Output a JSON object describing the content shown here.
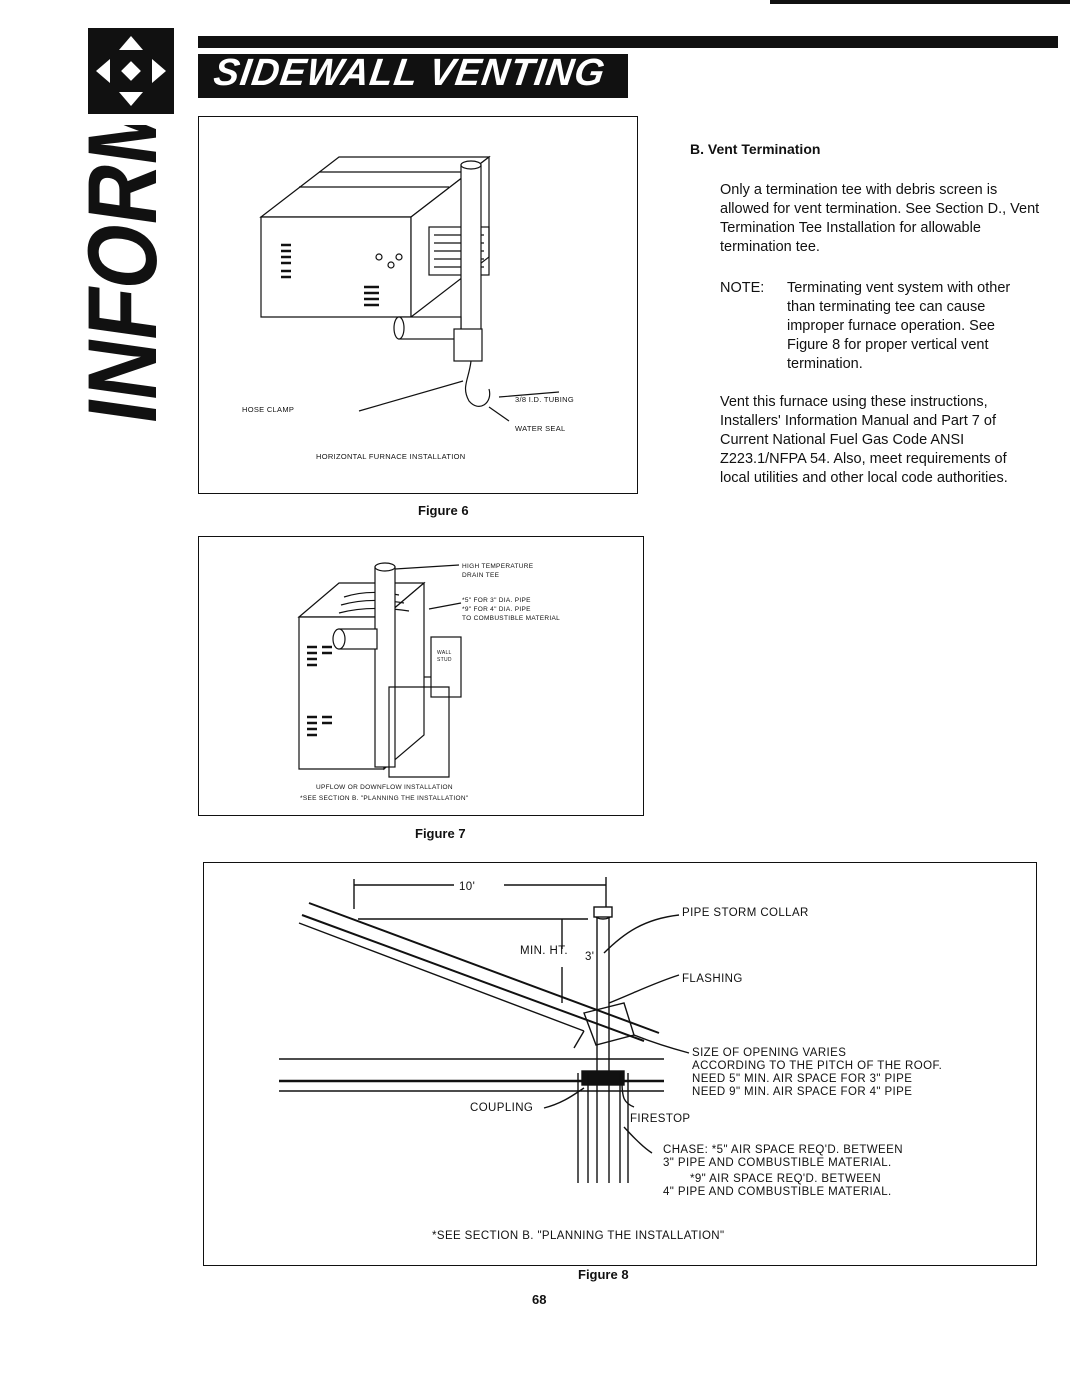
{
  "header": {
    "title": "SIDEWALL VENTING",
    "side_word": "INFORMATION"
  },
  "section": {
    "heading": "B.  Vent Termination",
    "para1": "Only a termination tee with debris screen is allowed for vent termination. See Section D., Vent Termination Tee Installation for allowable termination tee.",
    "note_label": "NOTE:",
    "note_text": "Terminating vent system with other than terminating tee can cause improper furnace operation. See Figure 8 for proper vertical vent termination.",
    "para2": "Vent this furnace using these instructions, Installers' Information Manual and Part 7 of Current National Fuel Gas Code ANSI Z223.1/NFPA 54. Also, meet requirements of local utilities and other local code authorities."
  },
  "figure6": {
    "caption": "Figure 6",
    "hose_clamp": "HOSE CLAMP",
    "tubing": "3/8 I.D. TUBING",
    "water_seal": "WATER SEAL",
    "install": "HORIZONTAL FURNACE INSTALLATION"
  },
  "figure7": {
    "caption": "Figure 7",
    "drain_tee_1": "HIGH TEMPERATURE",
    "drain_tee_2": "DRAIN TEE",
    "pipe_1": "*5\" FOR 3\" DIA. PIPE",
    "pipe_2": "*9\" FOR 4\" DIA. PIPE",
    "pipe_3": "TO COMBUSTIBLE MATERIAL",
    "wall": "WALL",
    "stud": "STUD",
    "install": "UPFLOW OR DOWNFLOW INSTALLATION",
    "see": "*SEE SECTION B. \"PLANNING THE INSTALLATION\""
  },
  "figure8": {
    "caption": "Figure 8",
    "ten_ft": "10'",
    "min_ht": "MIN. HT.",
    "three_ft": "3'",
    "storm_collar": "PIPE STORM COLLAR",
    "flashing": "FLASHING",
    "opening_1": "SIZE OF OPENING VARIES",
    "opening_2": "ACCORDING TO THE PITCH OF THE ROOF.",
    "opening_3": "NEED 5\" MIN. AIR SPACE FOR 3\" PIPE",
    "opening_4": "NEED 9\" MIN. AIR SPACE FOR 4\" PIPE",
    "coupling": "COUPLING",
    "firestop": "FIRESTOP",
    "chase_1": "CHASE: *5\" AIR SPACE REQ'D. BETWEEN",
    "chase_2": "3\" PIPE AND COMBUSTIBLE MATERIAL.",
    "chase_3": "*9\" AIR SPACE REQ'D. BETWEEN",
    "chase_4": "4\" PIPE AND COMBUSTIBLE MATERIAL.",
    "see": "*SEE SECTION B. \"PLANNING THE INSTALLATION\""
  },
  "page_number": "68"
}
